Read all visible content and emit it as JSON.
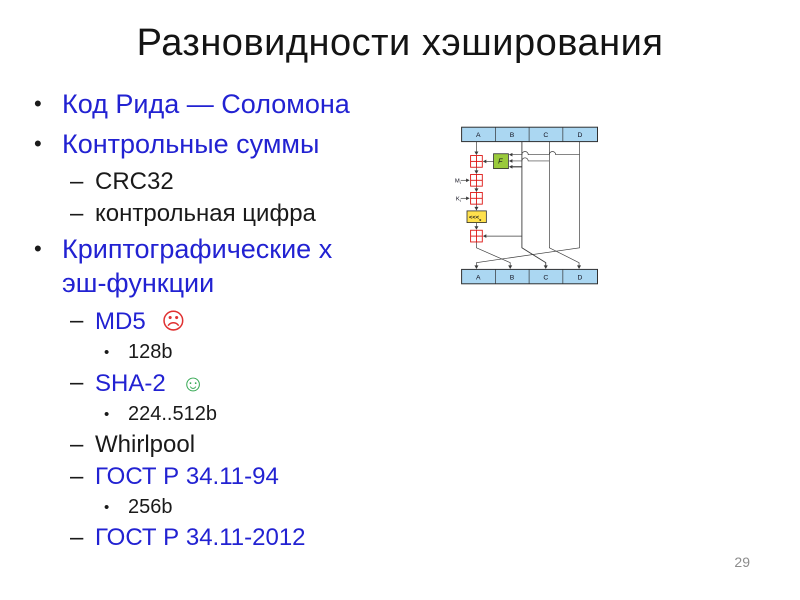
{
  "slide": {
    "title": "Разновидности хэширования",
    "page_number": "29"
  },
  "bullets": {
    "items": [
      {
        "marker": "•",
        "text": "Код Рида — Соломона"
      },
      {
        "marker": "•",
        "text": "Контрольные суммы"
      },
      {
        "marker": "–",
        "text": "CRC32"
      },
      {
        "marker": "–",
        "text": "контрольная цифра"
      },
      {
        "marker": "•",
        "lines": [
          "Криптографические х",
          "эш-функции"
        ]
      },
      {
        "marker": "–",
        "text": "MD5",
        "emoji": "☹"
      },
      {
        "marker": "•",
        "text": "128b"
      },
      {
        "marker": "–",
        "text": "SHA-2",
        "emoji": "☺"
      },
      {
        "marker": "•",
        "text": "224..512b"
      },
      {
        "marker": "–",
        "text": "Whirlpool"
      },
      {
        "marker": "–",
        "text": "ГОСТ Р 34.11-94"
      },
      {
        "marker": "•",
        "text": "256b"
      },
      {
        "marker": "–",
        "text": "ГОСТ Р 34.11-2012"
      }
    ]
  },
  "diagram": {
    "top_registers": [
      "A",
      "B",
      "C",
      "D"
    ],
    "bottom_registers": [
      "A",
      "B",
      "C",
      "D"
    ],
    "f_label": "F",
    "shift_label": {
      "main": "<<<",
      "sub": "s"
    },
    "m_label": {
      "main": "M",
      "sub": "i"
    },
    "k_label": {
      "main": "K",
      "sub": "i"
    }
  },
  "colors": {
    "register_fill": "#ABD7F2",
    "adder_red": "#DD1512",
    "f_fill": "#9ACA3C",
    "shift_fill": "#FFE14D",
    "line": "#3C3C3C",
    "bullet_blue": "#2222D2",
    "emoji_sad_red": "#E03131",
    "emoji_happy_green": "#35A853",
    "page_number_gray": "#8C8C8C"
  }
}
